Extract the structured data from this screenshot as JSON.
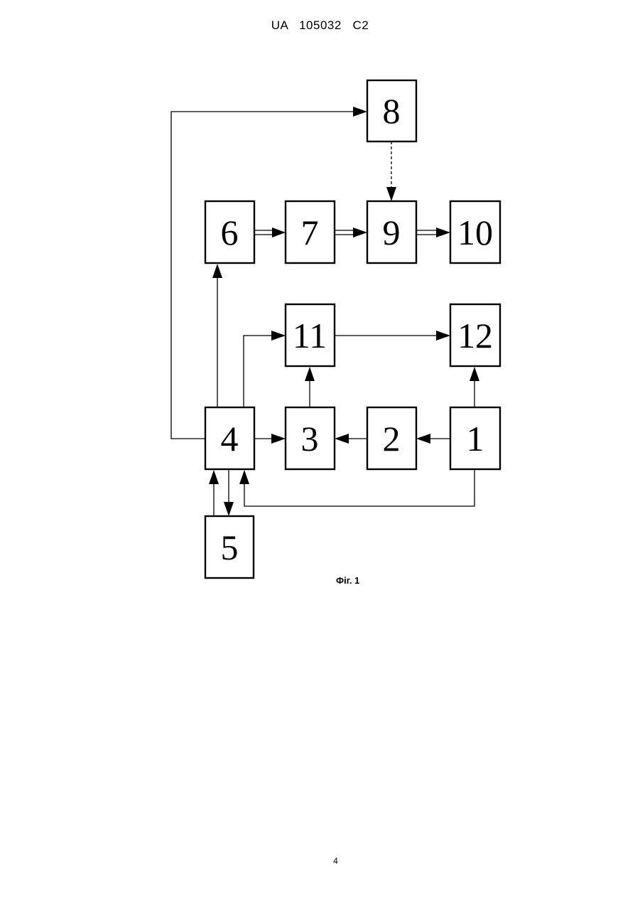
{
  "header": {
    "text": "UA   105032   C2"
  },
  "figure": {
    "caption": "Фіг. 1",
    "blocks": [
      {
        "id": "8",
        "label": "8"
      },
      {
        "id": "6",
        "label": "6"
      },
      {
        "id": "7",
        "label": "7"
      },
      {
        "id": "9",
        "label": "9"
      },
      {
        "id": "10",
        "label": "10"
      },
      {
        "id": "11",
        "label": "11"
      },
      {
        "id": "12",
        "label": "12"
      },
      {
        "id": "4",
        "label": "4"
      },
      {
        "id": "3",
        "label": "3"
      },
      {
        "id": "2",
        "label": "2"
      },
      {
        "id": "1",
        "label": "1"
      },
      {
        "id": "5",
        "label": "5"
      }
    ],
    "connections": [
      {
        "from": "4",
        "to": "8",
        "style": "single"
      },
      {
        "from": "8",
        "to": "9",
        "style": "dashed"
      },
      {
        "from": "6",
        "to": "7",
        "style": "double"
      },
      {
        "from": "7",
        "to": "9",
        "style": "double"
      },
      {
        "from": "9",
        "to": "10",
        "style": "double"
      },
      {
        "from": "4",
        "to": "6",
        "style": "single"
      },
      {
        "from": "4",
        "to": "11",
        "style": "single"
      },
      {
        "from": "11",
        "to": "12",
        "style": "single"
      },
      {
        "from": "3",
        "to": "11",
        "style": "single"
      },
      {
        "from": "1",
        "to": "12",
        "style": "single"
      },
      {
        "from": "4",
        "to": "3",
        "style": "single"
      },
      {
        "from": "2",
        "to": "3",
        "style": "single"
      },
      {
        "from": "1",
        "to": "2",
        "style": "single"
      },
      {
        "from": "5",
        "to": "4",
        "style": "single"
      },
      {
        "from": "4",
        "to": "5",
        "style": "single"
      },
      {
        "from": "1",
        "to": "4",
        "style": "single"
      }
    ]
  },
  "footer": {
    "page_number": "4"
  }
}
